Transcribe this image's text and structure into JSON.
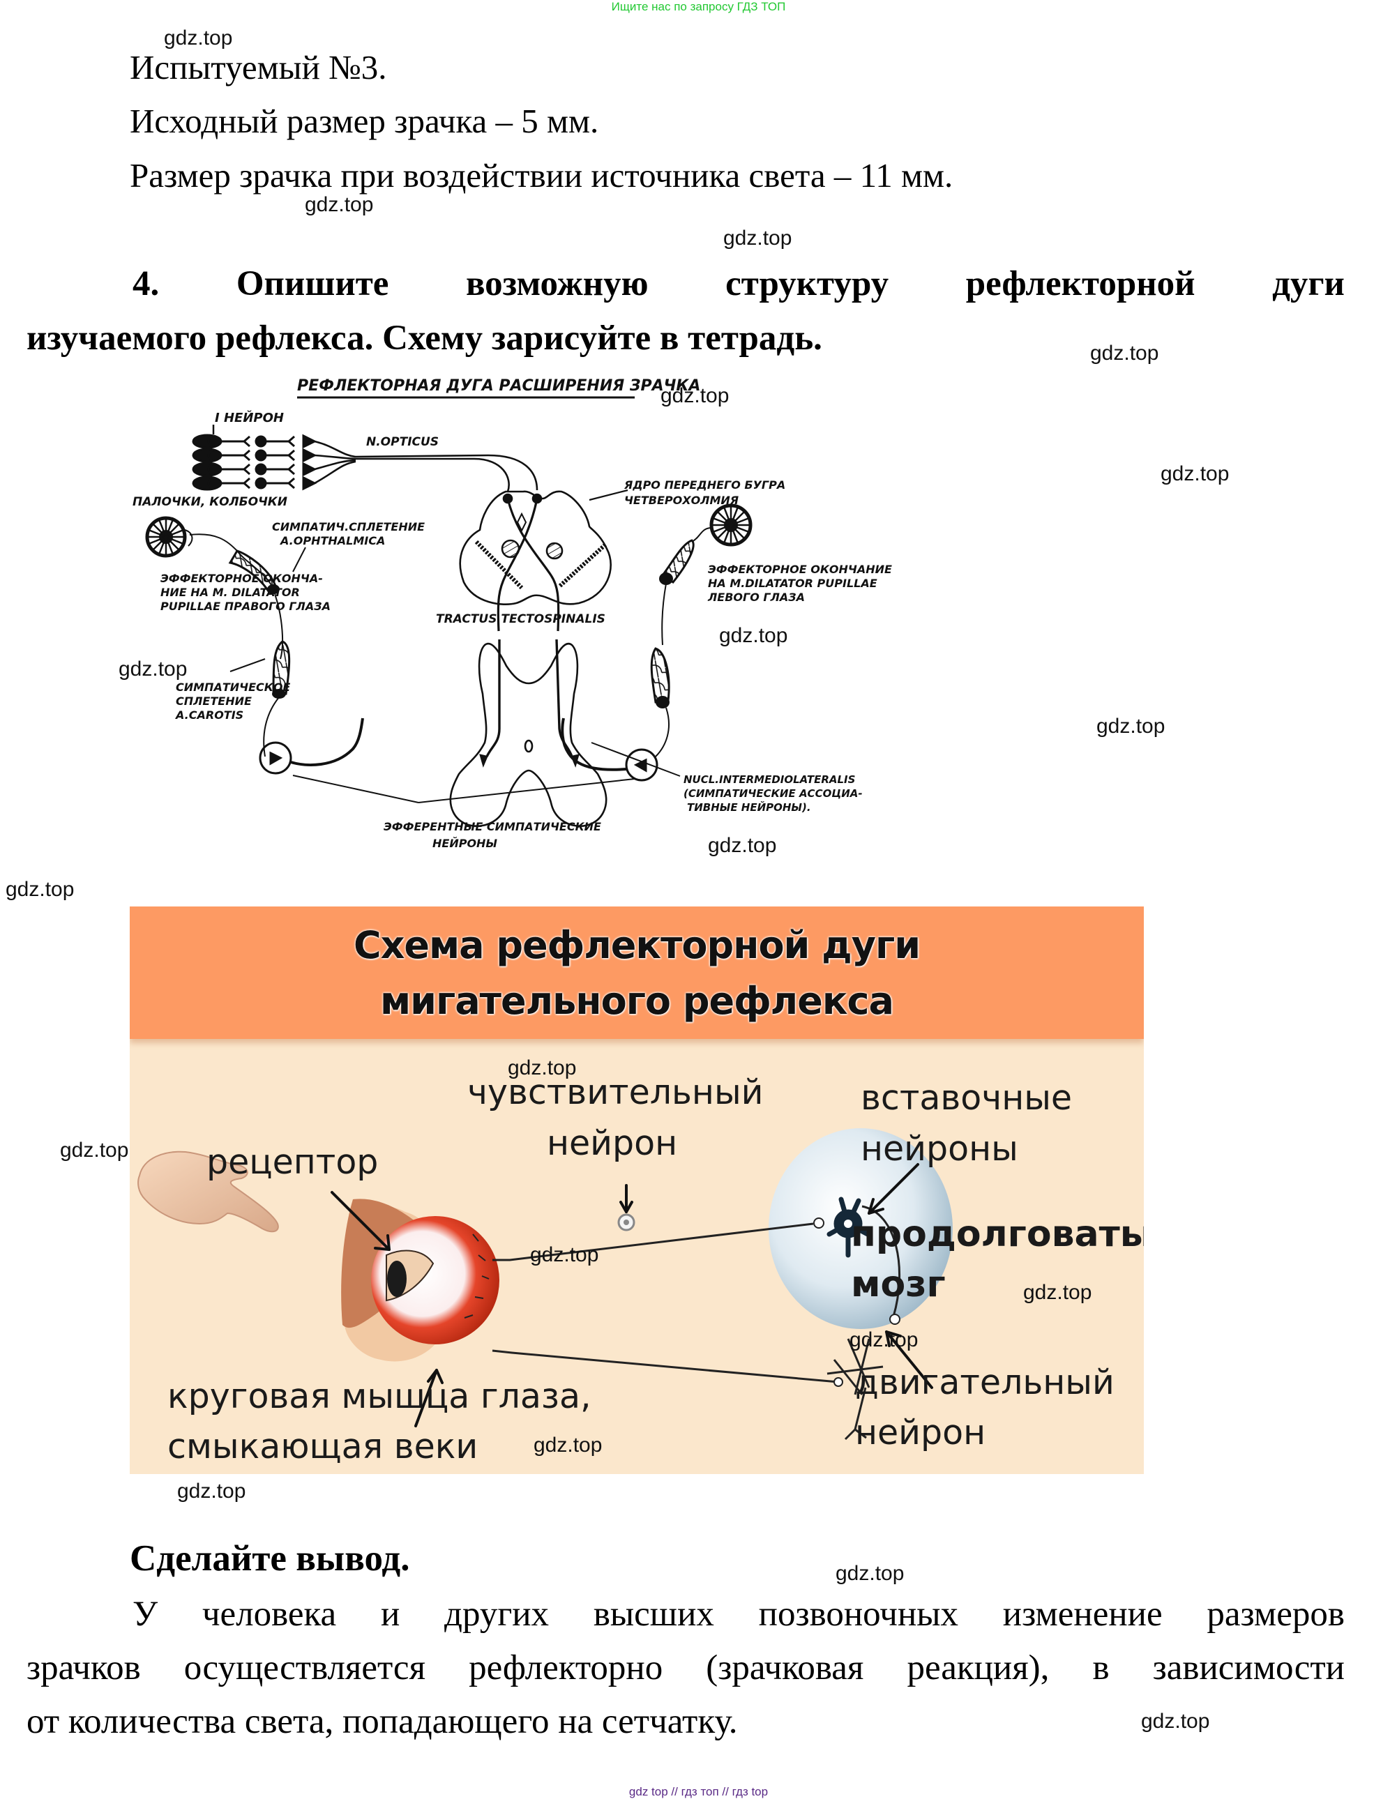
{
  "banners": {
    "top": "Ищите нас по запросу ГДЗ ТОП",
    "bottom": "gdz top  //  гдз топ  //  гдз top"
  },
  "watermark_text": "gdz.top",
  "subject": {
    "title": "Испытуемый №3.",
    "initial_size": "Исходный размер зрачка – 5 мм.",
    "light_size": "Размер зрачка при воздействии источника света – 11 мм."
  },
  "task4": {
    "number": "4.",
    "line1_words": [
      "Опишите",
      "возможную",
      "структуру",
      "рефлекторной",
      "дуги"
    ],
    "line2": "изучаемого рефлекса. Схему зарисуйте в тетрадь."
  },
  "diagram1": {
    "title": "РЕФЛЕКТОРНАЯ ДУГА  РАСШИРЕНИЯ ЗРАЧКА",
    "labels": {
      "neuron1": "I НЕЙРОН",
      "optic_nerve": "N.OPTICUS",
      "rods_cones": "ПАЛОЧКИ, КОЛБОЧКИ",
      "nucleus_line1": "ЯДРО  ПЕРЕДНЕГО  БУГРА",
      "nucleus_line2": "ЧЕТВЕРОХОЛМИЯ",
      "ophthalmic_line1": "СИМПАТИЧ.СПЛЕТЕНИЕ",
      "ophthalmic_line2": "A.OPHTHALMICA",
      "right_eye_line1": "ЭФФЕКТОРНОЕ ОКОНЧА-",
      "right_eye_line2": "НИЕ НА  M. DILATATOR",
      "right_eye_line3": "PUPILLAE  ПРАВОГО  ГЛАЗА",
      "left_eye_line1": "ЭФФЕКТОРНОЕ ОКОНЧАНИЕ",
      "left_eye_line2": "НА M.DILATATOR PUPILLAE",
      "left_eye_line3": "ЛЕВОГО ГЛАЗА",
      "tract": "TRACTUS  TECTOSPINALIS",
      "carotid_line1": "СИМПАТИЧЕСКОЕ",
      "carotid_line2": "СПЛЕТЕНИЕ",
      "carotid_line3": "A.CAROTIS",
      "nucl_line1": "NUCL.INTERMEDIOLATERALIS",
      "nucl_line2": "(СИМПАТИЧЕСКИЕ  АССОЦИА-",
      "nucl_line3": "ТИВНЫЕ  НЕЙРОНЫ).",
      "efferent_line1": "ЭФФЕРЕНТНЫЕ  СИМПАТИЧЕСКИЕ",
      "efferent_line2": "НЕЙРОНЫ"
    }
  },
  "diagram2": {
    "title_line1": "Схема рефлекторной дуги",
    "title_line2": "мигательного рефлекса",
    "labels": {
      "receptor": "рецептор",
      "sensory_line1": "чувствительный",
      "sensory_line2": "нейрон",
      "inter_line1": "вставочные",
      "inter_line2": "нейроны",
      "medulla_line1": "продолговатый",
      "medulla_line2": "мозг",
      "muscle_line1": "круговая мышца глаза,",
      "muscle_line2": "смыкающая веки",
      "motor_line1": "двигательный",
      "motor_line2": "нейрон"
    },
    "colors": {
      "banner": "#fd9a63",
      "background": "#fbe7cc",
      "eyeball": "#d63a1c",
      "medulla": "#cfe0ea"
    }
  },
  "conclusion": {
    "title": "Сделайте вывод.",
    "line1_words": [
      "У",
      "человека",
      "и",
      "других",
      "высших",
      "позвоночных",
      "изменение",
      "размеров"
    ],
    "line2_words": [
      "зрачков",
      "осуществляется",
      "рефлекторно",
      "(зрачковая",
      "реакция),",
      "в",
      "зависимости"
    ],
    "line3": "от количества света, попадающего на сетчатку."
  }
}
